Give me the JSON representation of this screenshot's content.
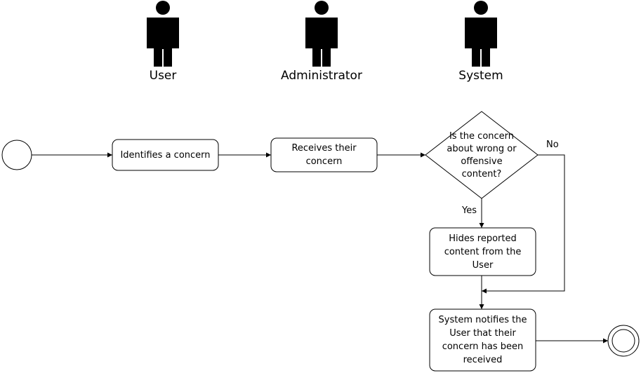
{
  "actors": {
    "user": "User",
    "administrator": "Administrator",
    "system": "System"
  },
  "nodes": {
    "identify": "Identifies a concern",
    "receive": "Receives their concern",
    "decision": "Is the concern about wrong or offensive content?",
    "hide": "Hides reported content from the User",
    "notify": "System notifies the User that their concern has been received"
  },
  "edges": {
    "yes": "Yes",
    "no": "No"
  }
}
